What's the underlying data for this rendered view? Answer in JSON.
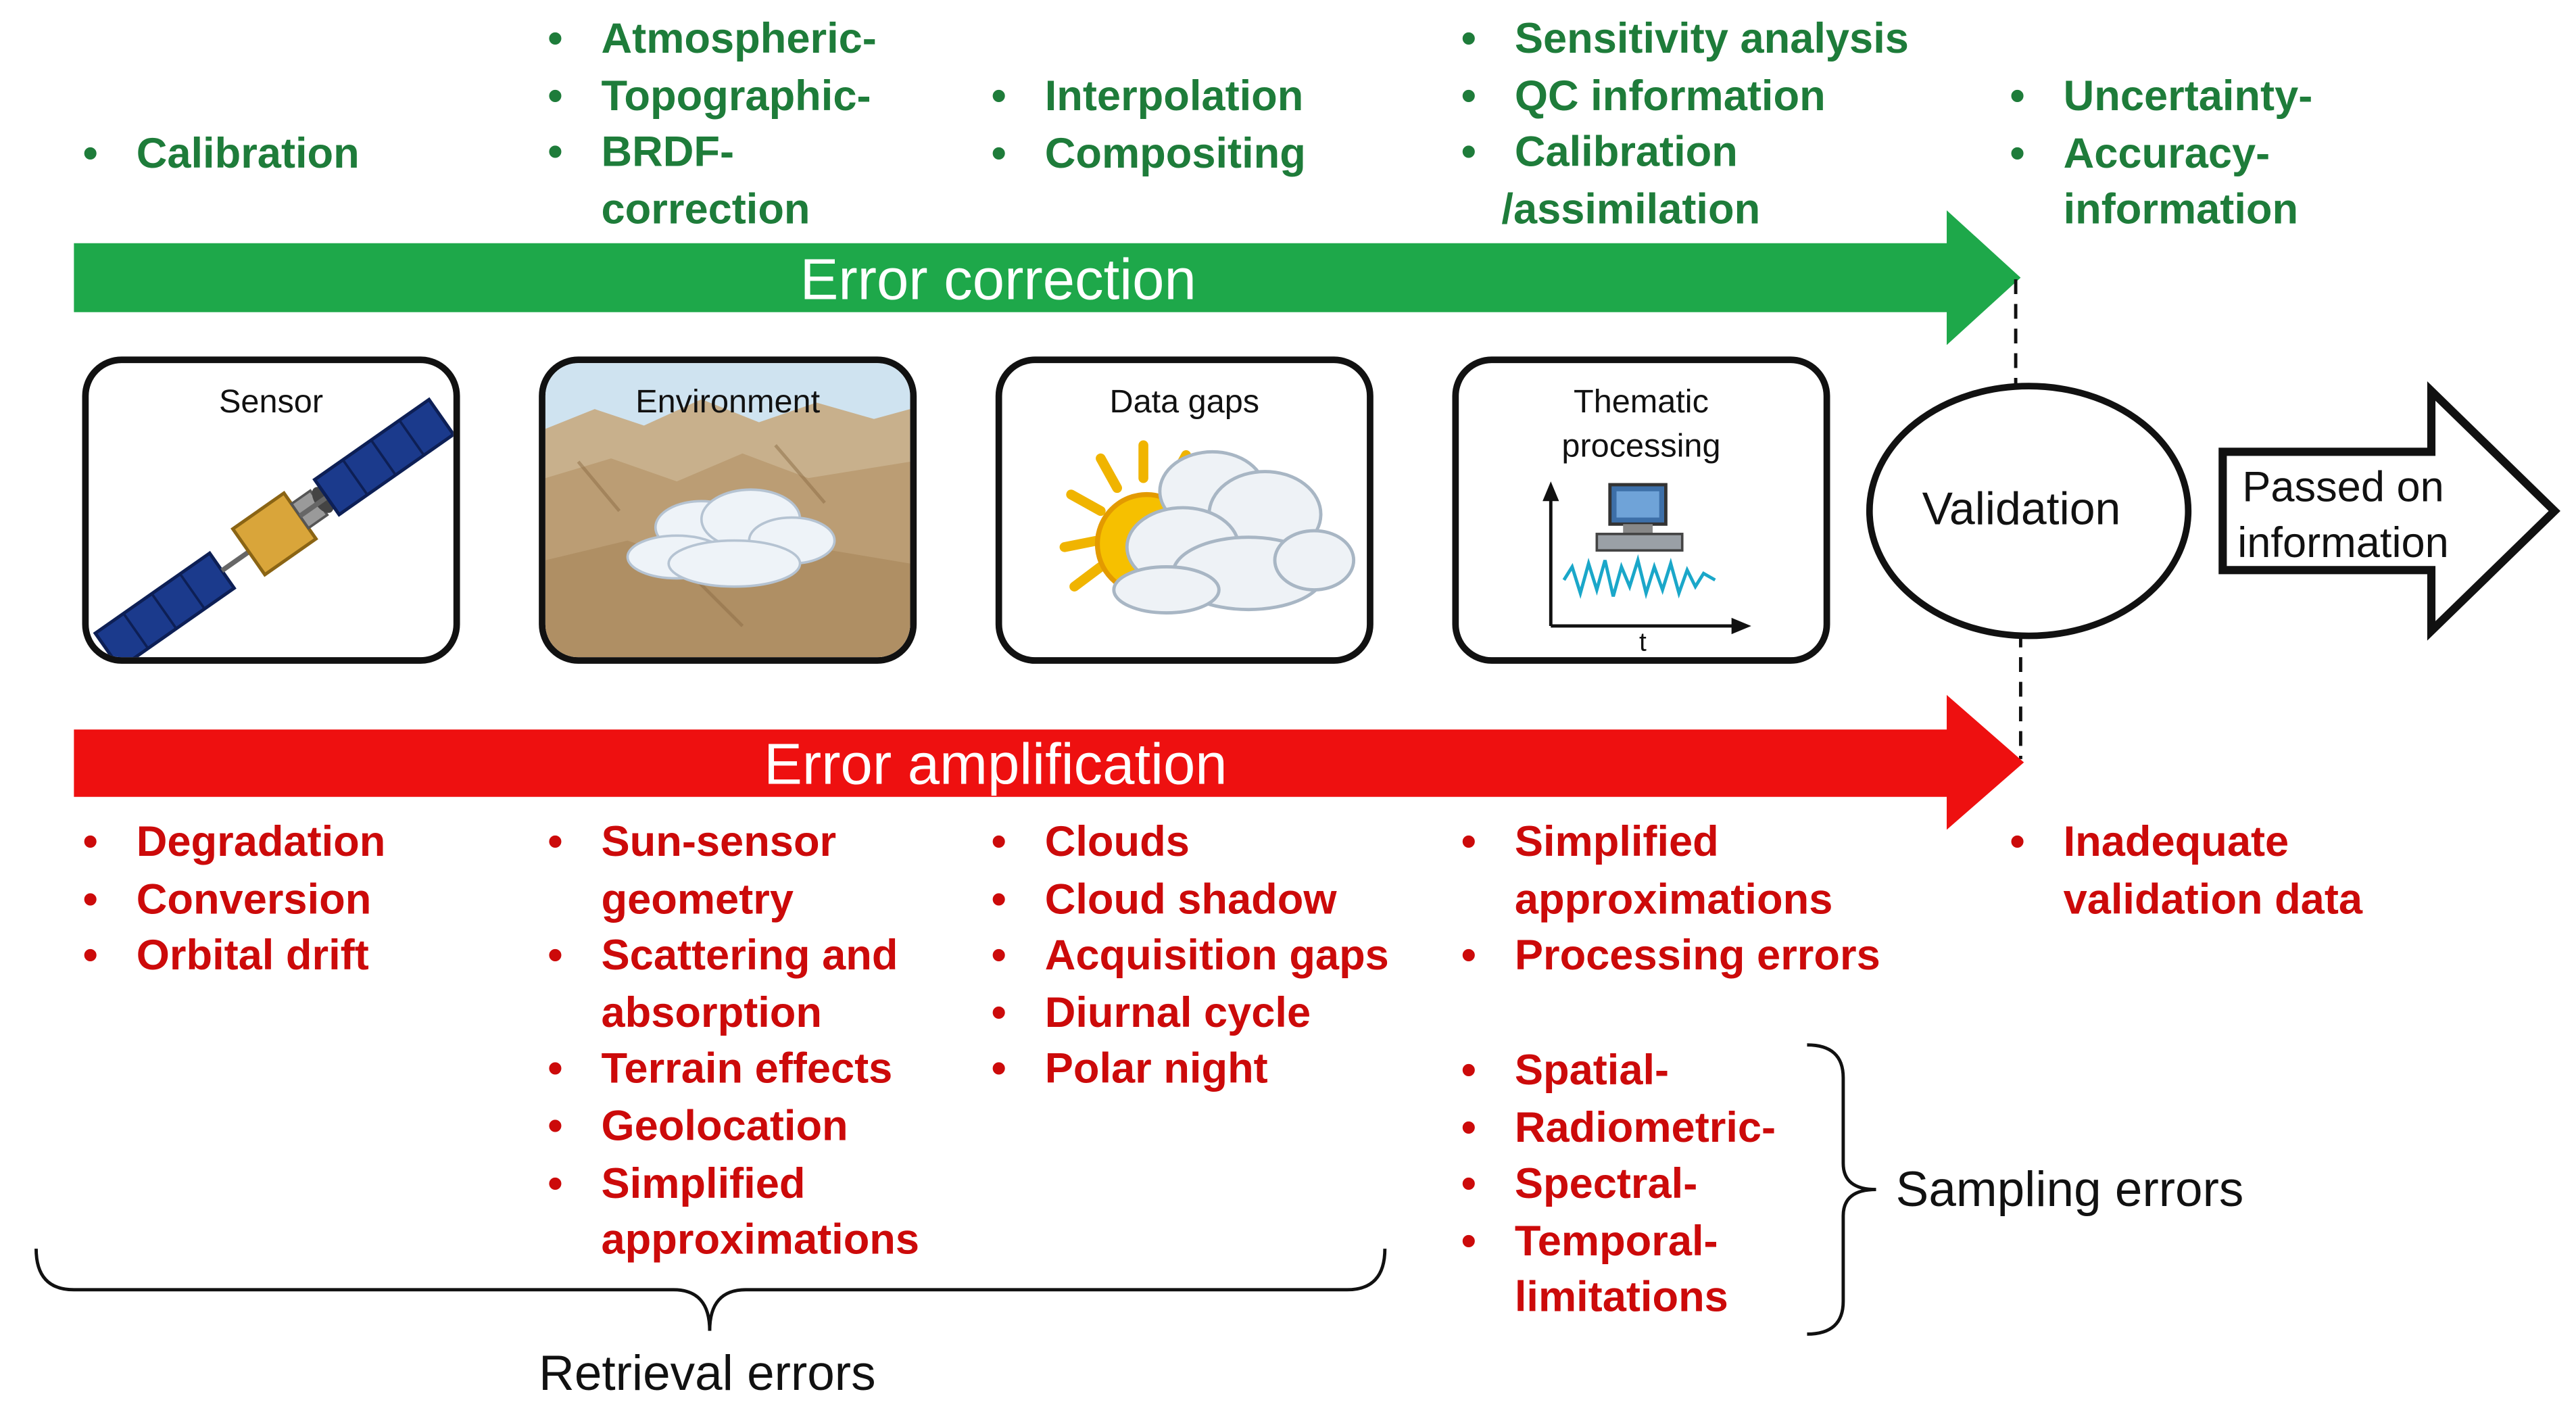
{
  "correction_groups": [
    [
      "Calibration"
    ],
    [
      "Atmospheric-",
      "Topographic-",
      "BRDF-"
    ],
    [
      "Interpolation",
      "Compositing"
    ],
    [
      "Sensitivity analysis",
      "QC information",
      "Calibration"
    ],
    [
      "Uncertainty-",
      "Accuracy-"
    ]
  ],
  "correction_continuations": {
    "brdf": "correction",
    "calibration": "/assimilation",
    "accuracy": "information"
  },
  "arrows": {
    "correction": "Error correction",
    "amplification": "Error amplification"
  },
  "stages": {
    "sensor": "Sensor",
    "environment": "Environment",
    "data_gaps": "Data gaps",
    "thematic": [
      "Thematic",
      "processing"
    ],
    "thematic_axis": "t"
  },
  "validation": "Validation",
  "output": [
    "Passed on",
    "information"
  ],
  "amplification_groups": [
    [
      "Degradation",
      "Conversion",
      "Orbital drift"
    ],
    [
      "Sun-sensor",
      "geometry",
      "Scattering and",
      "absorption",
      "Terrain effects",
      "Geolocation",
      "Simplified",
      "approximations"
    ],
    [
      "Clouds",
      "Cloud shadow",
      "Acquisition gaps",
      "Diurnal cycle",
      "Polar night"
    ],
    [
      "Simplified",
      "approximations",
      "Processing errors"
    ],
    [
      "Inadequate",
      "validation data"
    ]
  ],
  "sampling_items": [
    "Spatial-",
    "Radiometric-",
    "Spectral-",
    "Temporal-",
    "limitations"
  ],
  "captions": {
    "retrieval": "Retrieval errors",
    "sampling": "Sampling errors"
  },
  "bullet": "•",
  "colors": {
    "correction_green": "#1ea84a",
    "correction_text": "#1e7c3a",
    "amplification_red": "#ee1010",
    "amplification_text": "#cc0a0a",
    "outline": "#111111"
  },
  "icons": [
    "satellite-icon",
    "terrain-cloud-icon",
    "sun-cloud-icon",
    "computer-signal-icon"
  ]
}
